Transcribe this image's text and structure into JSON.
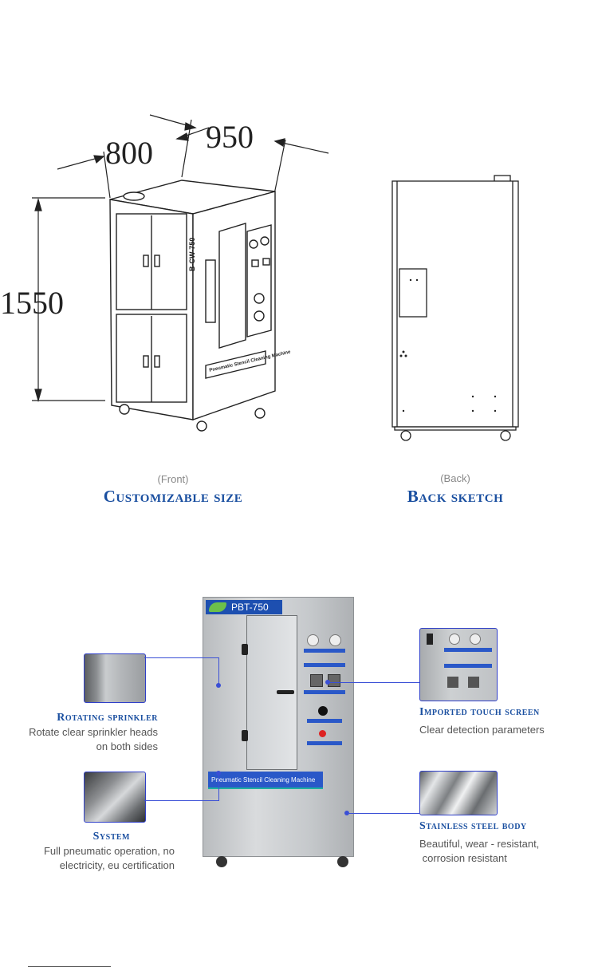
{
  "dimensions": {
    "width_label": "800",
    "depth_label": "950",
    "height_label": "1550"
  },
  "front": {
    "view_label": "(Front)",
    "title": "Customizable size",
    "panel_text": "Pneumatic Stencil Cleaning Machine",
    "side_label": "B-CW-750"
  },
  "back": {
    "view_label": "(Back)",
    "title": "Back sketch"
  },
  "machine": {
    "model": "PBT-750",
    "panel_label": "Pneumatic Stencil Cleaning Machine"
  },
  "features": [
    {
      "title": "Rotating sprinkler",
      "desc_line1": "Rotate clear sprinkler heads",
      "desc_line2": "on both sides"
    },
    {
      "title": "System",
      "desc_line1": "Full pneumatic operation, no",
      "desc_line2": "electricity, eu certification"
    },
    {
      "title": "Imported touch screen",
      "desc_line1": "Clear detection parameters",
      "desc_line2": ""
    },
    {
      "title": "Stainless steel body",
      "desc_line1": "Beautiful, wear - resistant,",
      "desc_line2": " corrosion resistant"
    }
  ],
  "colors": {
    "accent": "#1a4fa0",
    "leader": "#3a4fd6",
    "steel": "#c9cccf"
  }
}
